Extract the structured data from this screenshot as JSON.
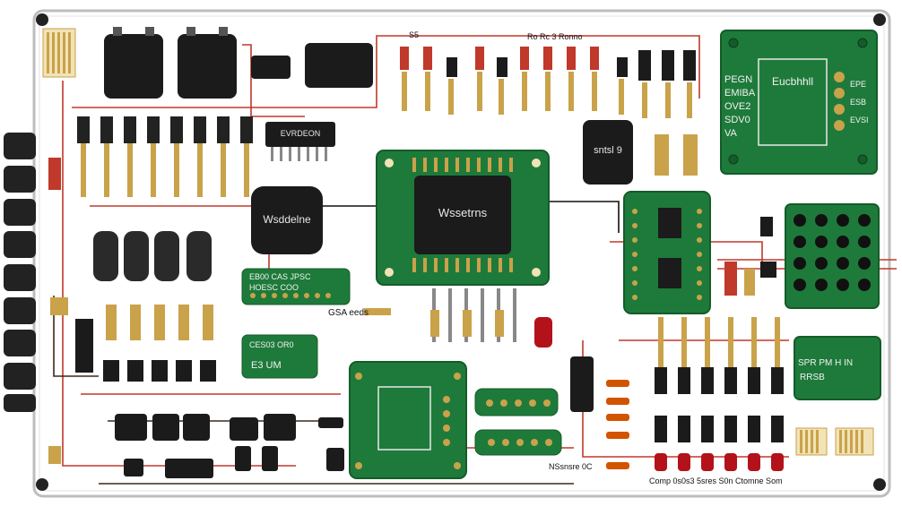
{
  "colors": {
    "frame": "#bdbdbd",
    "pcb_green": "#1e7a3a",
    "pcb_dark": "#145c2a",
    "chip": "#1b1b1b",
    "wire_red": "#c0392b",
    "wire_dark": "#3a2a1a",
    "copper": "#c9a24a",
    "led_red": "#b3121b"
  },
  "icons": {
    "corner_screw": "screw-icon",
    "terminal": "terminal-block-icon"
  },
  "labels": {
    "top_header": "Ro  Rc 3 Ronno",
    "top_header_small": "S5",
    "main_chip": "Wssetrns",
    "side_chip": "Wsddelne",
    "header_chip": "EVRDEON",
    "top_right_chip": "sntsl 9",
    "module_tr_title": "Eucbhhll",
    "module_tr_left": [
      "PEGN",
      "EMIBA",
      "OVE2",
      "SDV0",
      "VA"
    ],
    "module_tr_right": [
      "EPE",
      "ESB",
      "EVSI"
    ],
    "board_mid_left": "EB00 CAS JPSC",
    "board_mid_left_2": "HOESC COO",
    "board_lower_left": "CES03 OR0",
    "board_lower_left_2": "E3 UM",
    "caption_mid": "GSA eeds",
    "resist_label": "NSsnsre 0C",
    "board_right_small": "SPR PM H IN",
    "board_right_small_2": "RRSB",
    "bottom_labels": "Comp 0s0s3  5sres  S0n Ctomne Som"
  }
}
